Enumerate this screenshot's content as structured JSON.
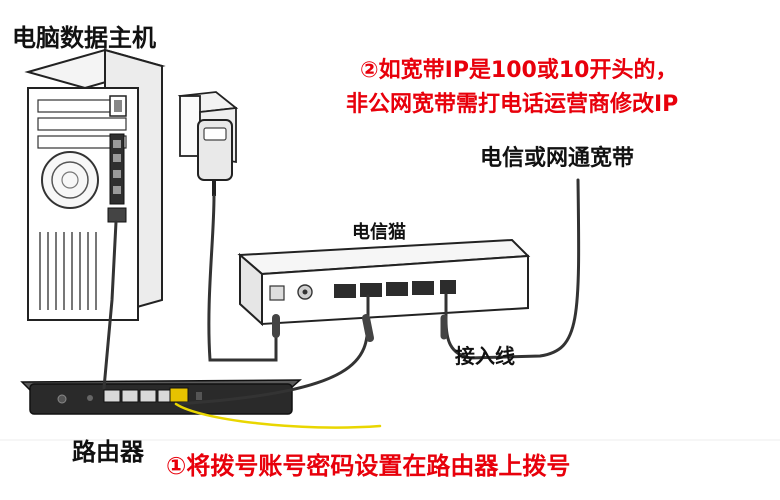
{
  "labels": {
    "host_computer": "电脑数据主机",
    "modem": "电信猫",
    "broadband": "电信或网通宽带",
    "access_line": "接入线",
    "router": "路由器"
  },
  "notes": {
    "step2_line1": "②如宽带IP是100或10开头的，",
    "step2_line2": "非公网宽带需打电话运营商修改IP",
    "step1": "①将拨号账号密码设置在路由器上拨号"
  },
  "colors": {
    "note_text": "#e8000b",
    "label_text": "#111111",
    "device_dark": "#2a2a2a",
    "wan_port": "#e6c200",
    "cable": "#333333",
    "yellow_cable": "#e9d600"
  },
  "icons": {
    "power_outlet": "wall-socket-icon",
    "power_adapter": "power-adapter-icon",
    "ethernet_port": "rj45-port-icon",
    "phone_port": "rj11-port-icon"
  }
}
